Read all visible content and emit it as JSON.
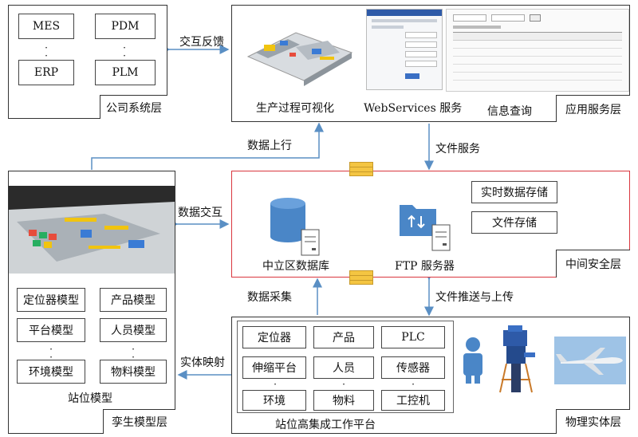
{
  "company_layer": {
    "title": "公司系统层",
    "systems": [
      "MES",
      "PDM",
      "ERP",
      "PLM"
    ]
  },
  "app_layer": {
    "title": "应用服务层",
    "captions": [
      "生产过程可视化",
      "WebServices 服务",
      "信息查询"
    ]
  },
  "middle_layer": {
    "title": "中间安全层",
    "db_label": "中立区数据库",
    "ftp_label": "FTP 服务器",
    "services": [
      "实时数据存储",
      "文件存储"
    ]
  },
  "twin_layer": {
    "title": "孪生模型层",
    "models": [
      "定位器模型",
      "产品模型",
      "平台模型",
      "人员模型",
      "环境模型",
      "物料模型"
    ],
    "caption": "站位模型"
  },
  "physical_layer": {
    "title": "物理实体层",
    "items": [
      "定位器",
      "产品",
      "PLC",
      "伸缩平台",
      "人员",
      "传感器",
      "环境",
      "物料",
      "工控机"
    ],
    "caption": "站位高集成工作平台"
  },
  "flows": {
    "interaction_feedback": "交互反馈",
    "data_upload": "数据上行",
    "file_service": "文件服务",
    "data_exchange": "数据交互",
    "data_collection": "数据采集",
    "file_push_upload": "文件推送与上传",
    "entity_mapping": "实体映射"
  },
  "colors": {
    "arrow": "#5a8fc4",
    "security_border": "#d9363e",
    "db": "#4a86c7"
  }
}
